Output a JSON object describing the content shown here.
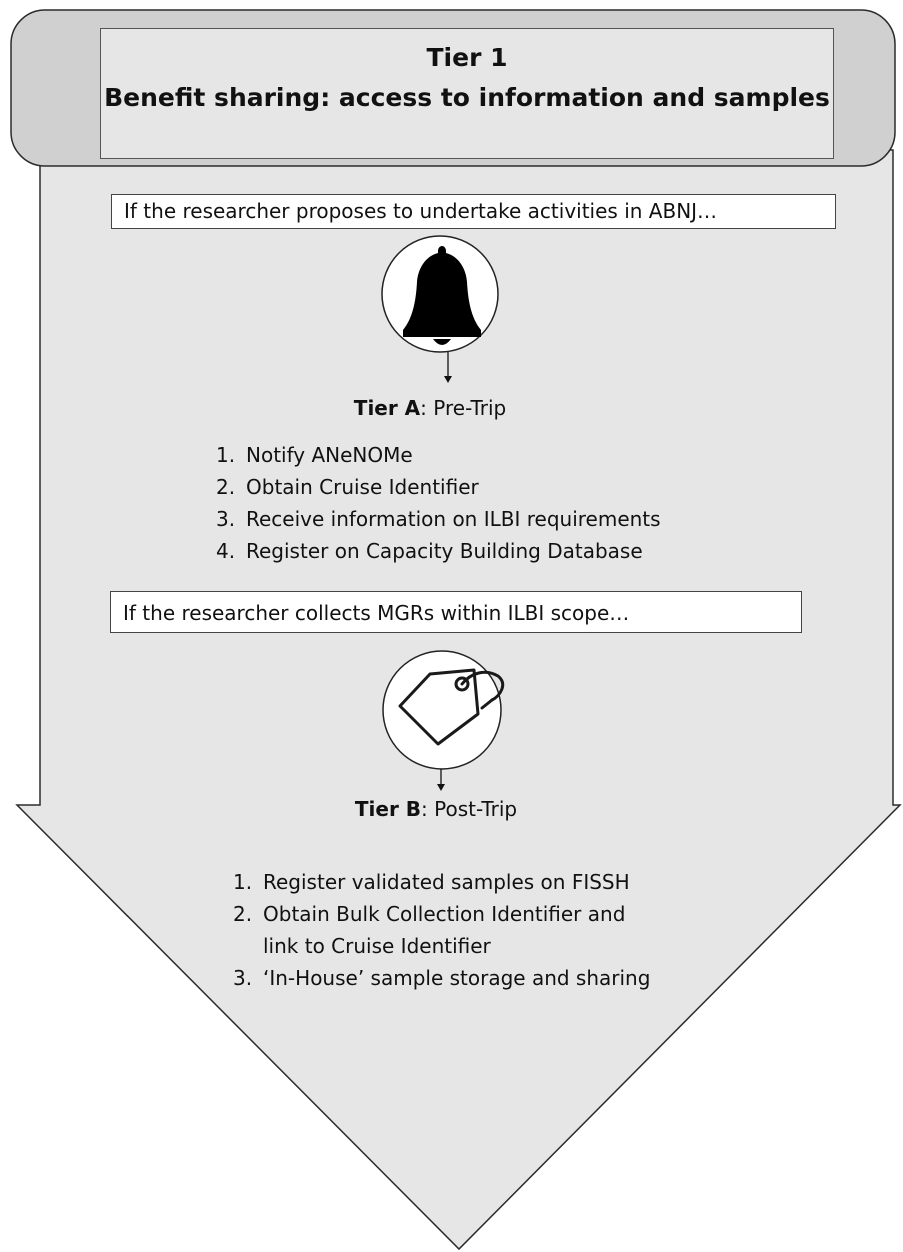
{
  "header": {
    "title_line1": "Tier 1",
    "title_line2": "Benefit sharing: access to information and samples"
  },
  "condition_a": "If the researcher proposes to undertake activities in ABNJ…",
  "tier_a": {
    "bold": "Tier A",
    "rest": ": Pre-Trip",
    "icon": "bell-icon",
    "steps": [
      {
        "num": "1.",
        "text": "Notify ANeNOMe"
      },
      {
        "num": "2.",
        "text": "Obtain Cruise Identifier"
      },
      {
        "num": "3.",
        "text": "Receive information on ILBI requirements"
      },
      {
        "num": "4.",
        "text": "Register on Capacity Building Database"
      }
    ]
  },
  "condition_b": "If the researcher collects MGRs within ILBI scope…",
  "tier_b": {
    "bold": "Tier B",
    "rest": ": Post-Trip",
    "icon": "tag-icon",
    "steps": [
      {
        "num": "1.",
        "text": "Register validated samples on FISSH"
      },
      {
        "num": "2.",
        "text": "Obtain Bulk Collection Identifier and",
        "cont": "link to Cruise Identifier"
      },
      {
        "num": "3.",
        "text": "‘In-House’ sample storage and sharing"
      }
    ]
  },
  "colors": {
    "arrow_fill": "#e6e6e6",
    "outline": "#2b2b2b",
    "box_fill": "#ffffff"
  }
}
